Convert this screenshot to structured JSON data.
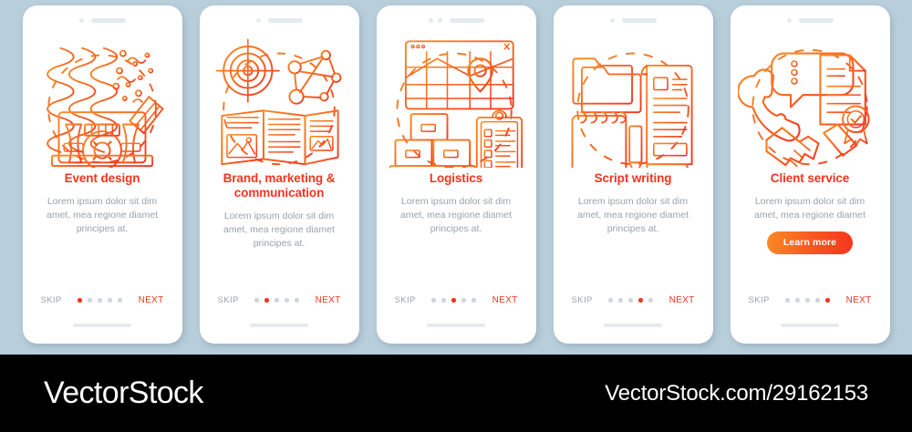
{
  "background_color": "#b9cedb",
  "accent_color": "#f5341f",
  "accent_color_light": "#fb8b24",
  "muted_text_color": "#9aa2a8",
  "screens": [
    {
      "id": "event-design",
      "title": "Event design",
      "description": "Lorem ipsum dolor sit dim amet, mea regione diamet principes at.",
      "skip_label": "SKIP",
      "next_label": "NEXT",
      "dots_total": 5,
      "active_dot": 1,
      "notch_dots": 1,
      "illustration": "event-design-illustration",
      "cta_label": null
    },
    {
      "id": "brand-marketing-communication",
      "title": "Brand, marketing & communication",
      "description": "Lorem ipsum dolor sit dim amet, mea regione diamet principes at.",
      "skip_label": "SKIP",
      "next_label": "NEXT",
      "dots_total": 5,
      "active_dot": 2,
      "notch_dots": 1,
      "illustration": "brand-marketing-illustration",
      "cta_label": null
    },
    {
      "id": "logistics",
      "title": "Logistics",
      "description": "Lorem ipsum dolor sit dim amet, mea regione diamet principes at.",
      "skip_label": "SKIP",
      "next_label": "NEXT",
      "dots_total": 5,
      "active_dot": 3,
      "notch_dots": 2,
      "illustration": "logistics-illustration",
      "cta_label": null
    },
    {
      "id": "script-writing",
      "title": "Script writing",
      "description": "Lorem ipsum dolor sit dim amet, mea regione diamet principes at.",
      "skip_label": "SKIP",
      "next_label": "NEXT",
      "dots_total": 5,
      "active_dot": 4,
      "notch_dots": 1,
      "illustration": "script-writing-illustration",
      "cta_label": null
    },
    {
      "id": "client-service",
      "title": "Client service",
      "description": "Lorem ipsum dolor sit dim amet, mea regione diamet",
      "skip_label": "SKIP",
      "next_label": "NEXT",
      "dots_total": 5,
      "active_dot": 5,
      "notch_dots": 1,
      "illustration": "client-service-illustration",
      "cta_label": "Learn more"
    }
  ],
  "footer": {
    "brand": "VectorStock",
    "url": "VectorStock.com/29162153"
  }
}
